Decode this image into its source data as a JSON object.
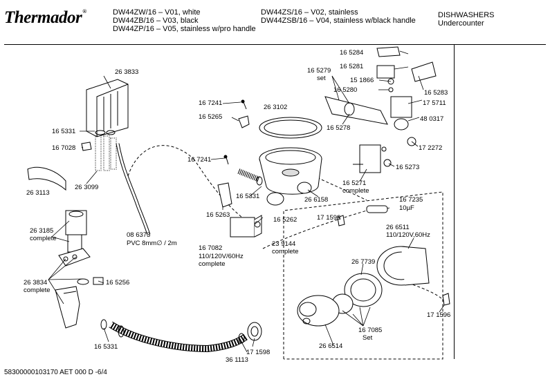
{
  "header": {
    "brand": "Thermador",
    "brand_mark": "®",
    "models_col1": [
      "DW44ZW/16 – V01, white",
      "DW44ZB/16 – V03, black",
      "DW44ZP/16 – V05, stainless w/pro handle"
    ],
    "models_col2": [
      "DW44ZS/16 – V02, stainless",
      "DW44ZSB/16 – V04, stainless w/black handle"
    ],
    "category": [
      "DISHWASHERS",
      "Undercounter"
    ]
  },
  "parts": {
    "p263833": "26 3833",
    "p165331a": "16 5331",
    "p167028": "16 7028",
    "p263113": "26 3113",
    "p263099": "26 3099",
    "p263185": "26 3185",
    "p263185_sub": "complete",
    "p263834": "26 3834",
    "p263834_sub": "complete",
    "p165256": "16 5256",
    "p165331b": "16 5331",
    "p086373": "08 6373",
    "p086373_sub": "PVC 8mm∅ / 2m",
    "p167241a": "16 7241",
    "p165265": "16 5265",
    "p263102": "26 3102",
    "p167241b": "16 7241",
    "p165331c": "16 5331",
    "p165263": "16 5263",
    "p165262": "16 5262",
    "p266158": "26 6158",
    "p167082": "16 7082",
    "p167082_sub1": "110/120V/60Hz",
    "p167082_sub2": "complete",
    "p239144": "23  9144",
    "p239144_sub": "complete",
    "p171596a": "17 1596",
    "p165284": "16 5284",
    "p165281": "16 5281",
    "p165279": "16 5279",
    "p165279_sub": "set",
    "p151866": "15 1866",
    "p165280": "16 5280",
    "p165283": "16 5283",
    "p175711": "17 5711",
    "p480317": "48 0317",
    "p165278": "16 5278",
    "p172272": "17 2272",
    "p165273": "16 5273",
    "p165271": "16 5271",
    "p165271_sub": "complete",
    "p167235": "16 7235",
    "p167235_sub": "10µF",
    "p266511": "26 6511",
    "p266511_sub": "110/120V,60Hz",
    "p267739": "26 7739",
    "p167085": "16 7085",
    "p167085_sub": "Set",
    "p266514": "26 6514",
    "p171598": "17 1598",
    "p361113": "36 1113",
    "p171596b": "17 1596"
  },
  "footer": "58300000103170 AET 000 D -6/4"
}
